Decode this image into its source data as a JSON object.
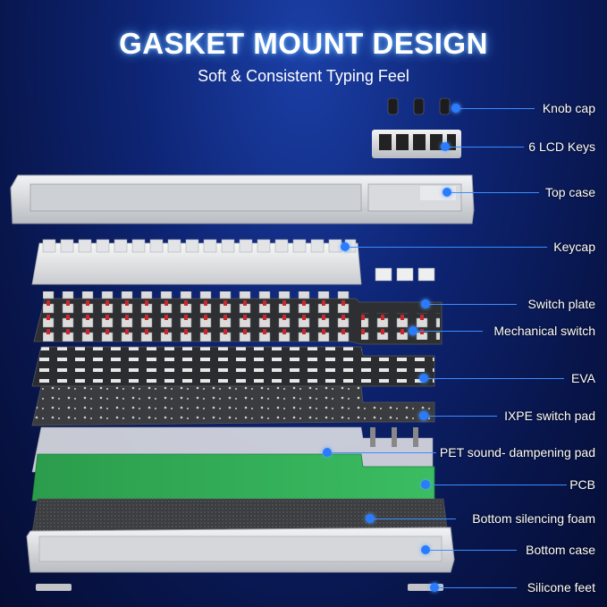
{
  "title": "GASKET MOUNT DESIGN",
  "subtitle": "Soft & Consistent Typing Feel",
  "colors": {
    "accent": "#2a7bff",
    "pcb": "#2fa955",
    "switch_stem": "#c8282e"
  },
  "layers": [
    {
      "id": "knob-cap",
      "label": "Knob cap"
    },
    {
      "id": "lcd-keys",
      "label": "6 LCD Keys"
    },
    {
      "id": "top-case",
      "label": "Top case"
    },
    {
      "id": "keycap",
      "label": "Keycap"
    },
    {
      "id": "switch-plate",
      "label": "Switch plate"
    },
    {
      "id": "mechanical-switch",
      "label": "Mechanical switch"
    },
    {
      "id": "eva",
      "label": "EVA"
    },
    {
      "id": "ixpe-switch-pad",
      "label": "IXPE switch pad"
    },
    {
      "id": "pet-sound-dampening-pad",
      "label": "PET sound- dampening pad"
    },
    {
      "id": "pcb",
      "label": "PCB"
    },
    {
      "id": "bottom-silencing-foam",
      "label": "Bottom silencing foam"
    },
    {
      "id": "bottom-case",
      "label": "Bottom case"
    },
    {
      "id": "silicone-feet",
      "label": "Silicone feet"
    }
  ]
}
